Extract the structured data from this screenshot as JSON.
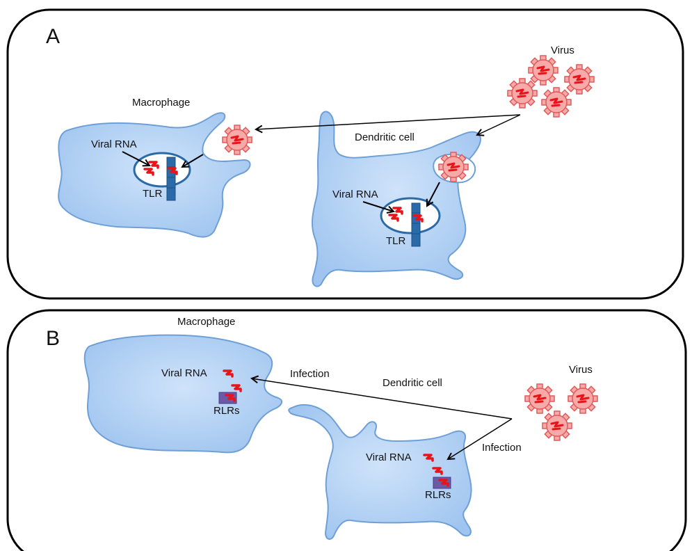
{
  "panels": {
    "a": {
      "letter": "A",
      "virus_label": "Virus",
      "macrophage_label": "Macrophage",
      "dendritic_label": "Dendritic cell",
      "mac_rna_label": "Viral RNA",
      "mac_receptor_label": "TLR",
      "dc_rna_label": "Viral RNA",
      "dc_receptor_label": "TLR"
    },
    "b": {
      "letter": "B",
      "macrophage_label": "Macrophage",
      "virus_label": "Virus",
      "dendritic_label": "Dendritic cell",
      "infection_label_1": "Infection",
      "infection_label_2": "Infection",
      "mac_rna_label": "Viral RNA",
      "mac_receptor_label": "RLRs",
      "dc_rna_label": "Viral RNA",
      "dc_receptor_label": "RLRs"
    }
  },
  "colors": {
    "cell_fill": "#a9cdf3",
    "cell_stroke": "#6e9fd6",
    "virus_fill": "#f7aaa8",
    "virus_stroke": "#e05a5a",
    "rna": "#e8141a",
    "tlr": "#2b6aa8",
    "rlr": "#6a5aa8",
    "arrow": "#000000",
    "panel_border": "#000000"
  }
}
